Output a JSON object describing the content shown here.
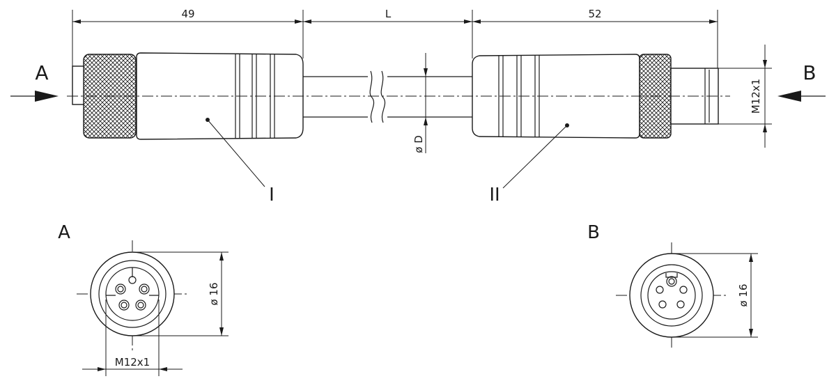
{
  "dimensions": {
    "left_connector_length": "49",
    "cable_length": "L",
    "right_connector_length": "52",
    "thread_side": "M12x1",
    "thread_front": "M12x1",
    "cable_diameter": "ø D",
    "face_diameter_a": "ø 16",
    "face_diameter_b": "ø 16"
  },
  "labels": {
    "end_a": "A",
    "end_b": "B",
    "part_one": "I",
    "part_two": "II",
    "view_a": "A",
    "view_b": "B"
  },
  "icons": {
    "knurl": "knurl-pattern",
    "pin": "contact-pin"
  },
  "colors": {
    "line": "#1a1a1a",
    "background": "#ffffff"
  }
}
